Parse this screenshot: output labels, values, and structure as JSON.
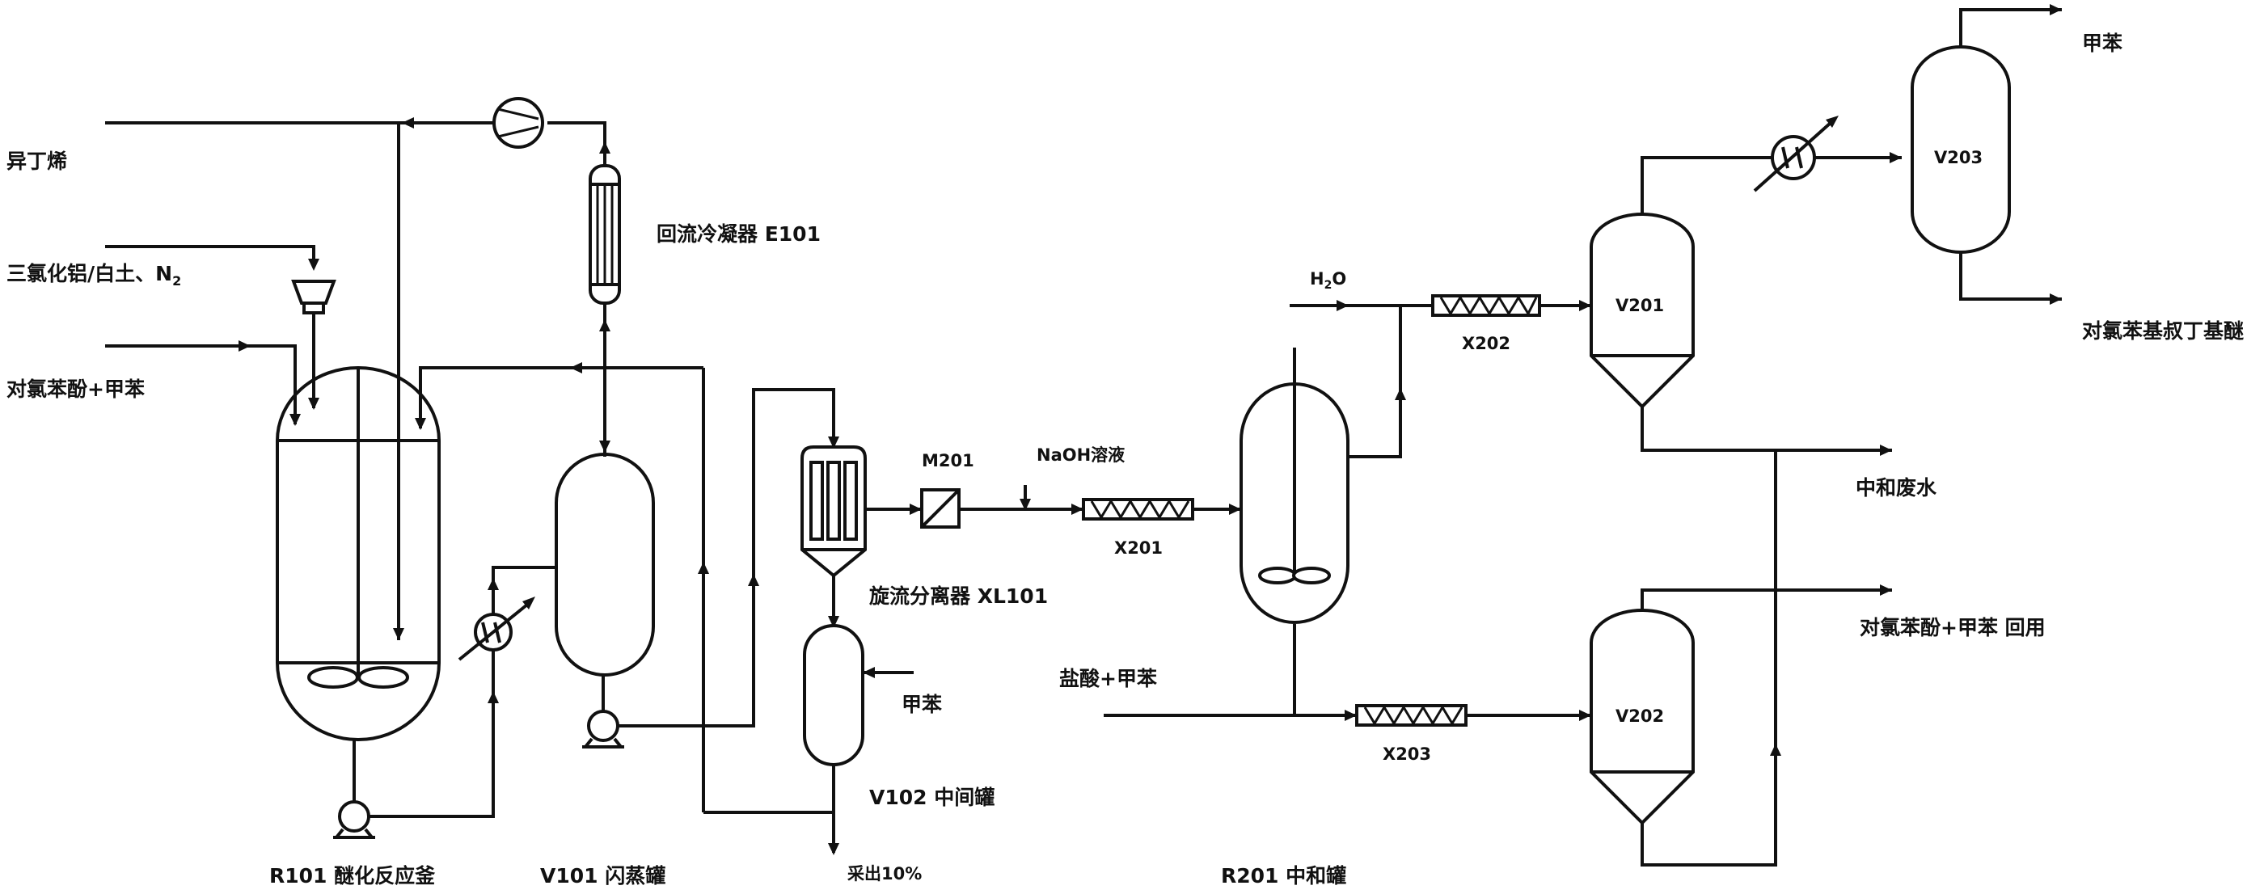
{
  "streams": {
    "isobutylene": "异丁烯",
    "catalyst": "三氯化铝/白土、N",
    "catalyst_sub": "2",
    "chlorophenol_toluene": "对氯苯酚+甲苯",
    "toluene_in": "甲苯",
    "takeoff": "采出10%",
    "water": "H",
    "water_sub": "2",
    "water_tail": "O",
    "naoh": "NaOH溶液",
    "hcl_toluene": "盐酸+甲苯",
    "toluene_out": "甲苯",
    "product": "对氯苯基叔丁基醚",
    "wastewater": "中和废水",
    "recycle": "对氯苯酚+甲苯 回用"
  },
  "equipment": {
    "condenser": "回流冷凝器 E101",
    "reactor": "R101 醚化反应釜",
    "flash": "V101 闪蒸罐",
    "cyclone": "旋流分离器 XL101",
    "intermediate": "V102 中间罐",
    "neutralizer": "R201 中和罐",
    "m201": "M201",
    "x201": "X201",
    "x202": "X202",
    "x203": "X203",
    "v201": "V201",
    "v202": "V202",
    "v203": "V203"
  }
}
